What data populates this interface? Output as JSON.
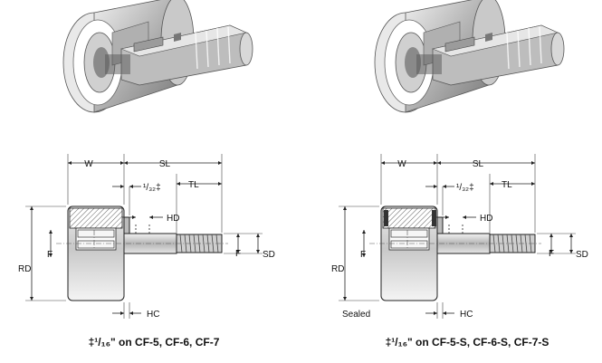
{
  "left": {
    "labels": {
      "W": "W",
      "SL": "SL",
      "frac": "¹/₃₂‡",
      "TL": "TL",
      "HD": "HD",
      "RD": "RD",
      "F1": "F",
      "F2": "F",
      "SD": "SD",
      "HC": "HC"
    },
    "caption": "‡¹/₁₆\" on CF-5, CF-6, CF-7"
  },
  "right": {
    "labels": {
      "W": "W",
      "SL": "SL",
      "frac": "¹/₃₂‡",
      "TL": "TL",
      "HD": "HD",
      "RD": "RD",
      "F1": "F",
      "F2": "F",
      "SD": "SD",
      "HC": "HC",
      "sealed": "Sealed"
    },
    "caption": "‡¹/₁₆\" on CF-5-S, CF-6-S, CF-7-S"
  },
  "colors": {
    "metal_light": "#d9d9d9",
    "metal_mid": "#a9a9a9",
    "metal_dark": "#6e6e6e",
    "line": "#222222"
  }
}
